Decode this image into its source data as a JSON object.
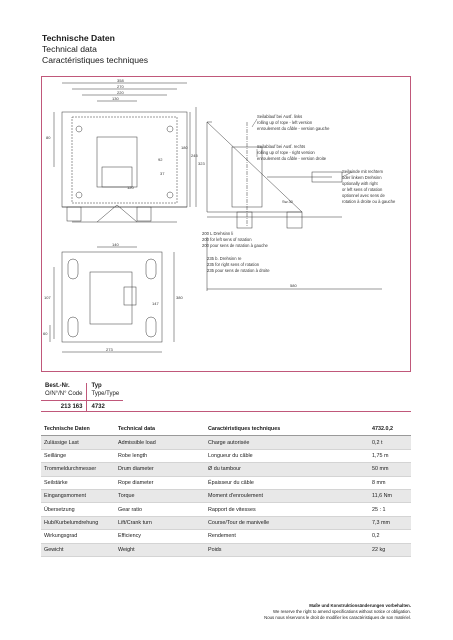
{
  "header": {
    "title_de": "Technische Daten",
    "title_en": "Technical data",
    "title_fr": "Caractéristiques techniques"
  },
  "drawing": {
    "dims_top": [
      "358",
      "270",
      "220",
      "130"
    ],
    "dim_left": "80",
    "dims_right": [
      "180",
      "245",
      "323"
    ],
    "dim_side": [
      "92",
      "37"
    ],
    "dim_mid": "120",
    "dims_bottom": [
      "140",
      "107",
      "380",
      "147",
      "60",
      "273"
    ],
    "note_left_title": "Seilablauf bei Ausf. links",
    "note_left_en": "rolling up of rope - left version",
    "note_left_fr": "enroulement du câble - version gauche",
    "note_right_title": "Seilablauf bei Ausf. rechts",
    "note_right_en": "rolling up of rope - right version",
    "note_right_fr": "enroulement du câble - version droite",
    "note_crank_de": "Seilwinde mit rechtem",
    "note_crank_de2": "oder linkem Drehsinn",
    "note_crank_en": "optionally with right",
    "note_crank_en2": "or left sens of rotation",
    "note_crank_fr": "optionnel avec sens de",
    "note_crank_fr2": "rotation à droite ou à gauche",
    "rot_left_de": "200 L Drehsinn li",
    "rot_left_en": "200 for left sens of rotation",
    "rot_left_fr": "200 pour sens de rotation à gauche",
    "rot_right_de": "235 b. Drehsinn re",
    "rot_right_en": "235 for right sens of rotation",
    "rot_right_fr": "235 pour sens de rotation à droite",
    "dim_d30": "Sw.30",
    "dim_length": "580"
  },
  "order": {
    "col1_de": "Best.-Nr.",
    "col1_en": "O/N°/N° Code",
    "col2_de": "Typ",
    "col2_en": "Type/Type",
    "number": "213 163",
    "type": "4732"
  },
  "tech": {
    "headers": [
      "Technische Daten",
      "Technical data",
      "Caractéristiques techniques",
      "4732.0,2"
    ],
    "rows": [
      [
        "Zulässige Last",
        "Admissible load",
        "Charge autorisée",
        "0,2 t"
      ],
      [
        "Seillänge",
        "Robe length",
        "Longueur du câble",
        "1,75 m"
      ],
      [
        "Trommeldurchmesser",
        "Drum diameter",
        "Ø du tambour",
        "50 mm"
      ],
      [
        "Seilstärke",
        "Rope diameter",
        "Épaisseur du câble",
        "8 mm"
      ],
      [
        "Eingangsmoment",
        "Torque",
        "Moment d'enroulement",
        "11,6 Nm"
      ],
      [
        "Übersetzung",
        "Gear ratio",
        "Rapport de vitesses",
        "25 : 1"
      ],
      [
        "Hub/Kurbelumdrehung",
        "Lift/Crank turn",
        "Course/Tour de manivelle",
        "7,3 mm"
      ],
      [
        "Wirkungsgrad",
        "Efficiency",
        "Rendement",
        "0,2"
      ],
      [
        "Gewicht",
        "Weight",
        "Poids",
        "22 kg"
      ]
    ]
  },
  "footer": {
    "line1": "Maße und Konstruktionsänderungen vorbehalten.",
    "line2": "We reserve the right to amend specifications without notice or obligation.",
    "line3": "Nous nous réservons le droit de modifier les caractéristiques de son matériel."
  }
}
